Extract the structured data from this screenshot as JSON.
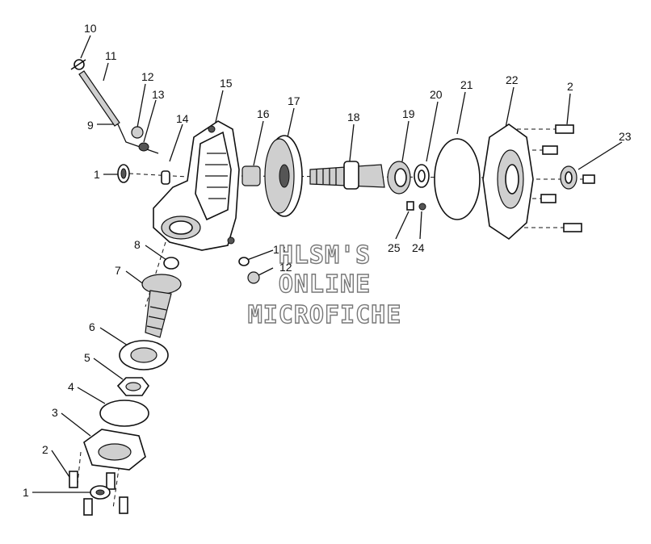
{
  "callouts": {
    "c10": "10",
    "c11": "11",
    "c12a": "12",
    "c13a": "13",
    "c9": "9",
    "c14": "14",
    "c15": "15",
    "c16": "16",
    "c17": "17",
    "c18": "18",
    "c19": "19",
    "c20": "20",
    "c21": "21",
    "c22": "22",
    "c2a": "2",
    "c23": "23",
    "c1a": "1",
    "c25": "25",
    "c24": "24",
    "c8": "8",
    "c13b": "13",
    "c12b": "12",
    "c7": "7",
    "c6": "6",
    "c5": "5",
    "c4": "4",
    "c3": "3",
    "c2b": "2",
    "c1b": "1"
  },
  "watermark": {
    "line1": "HLSM'S",
    "line2": "ONLINE",
    "line3": "MICROFICHE"
  }
}
